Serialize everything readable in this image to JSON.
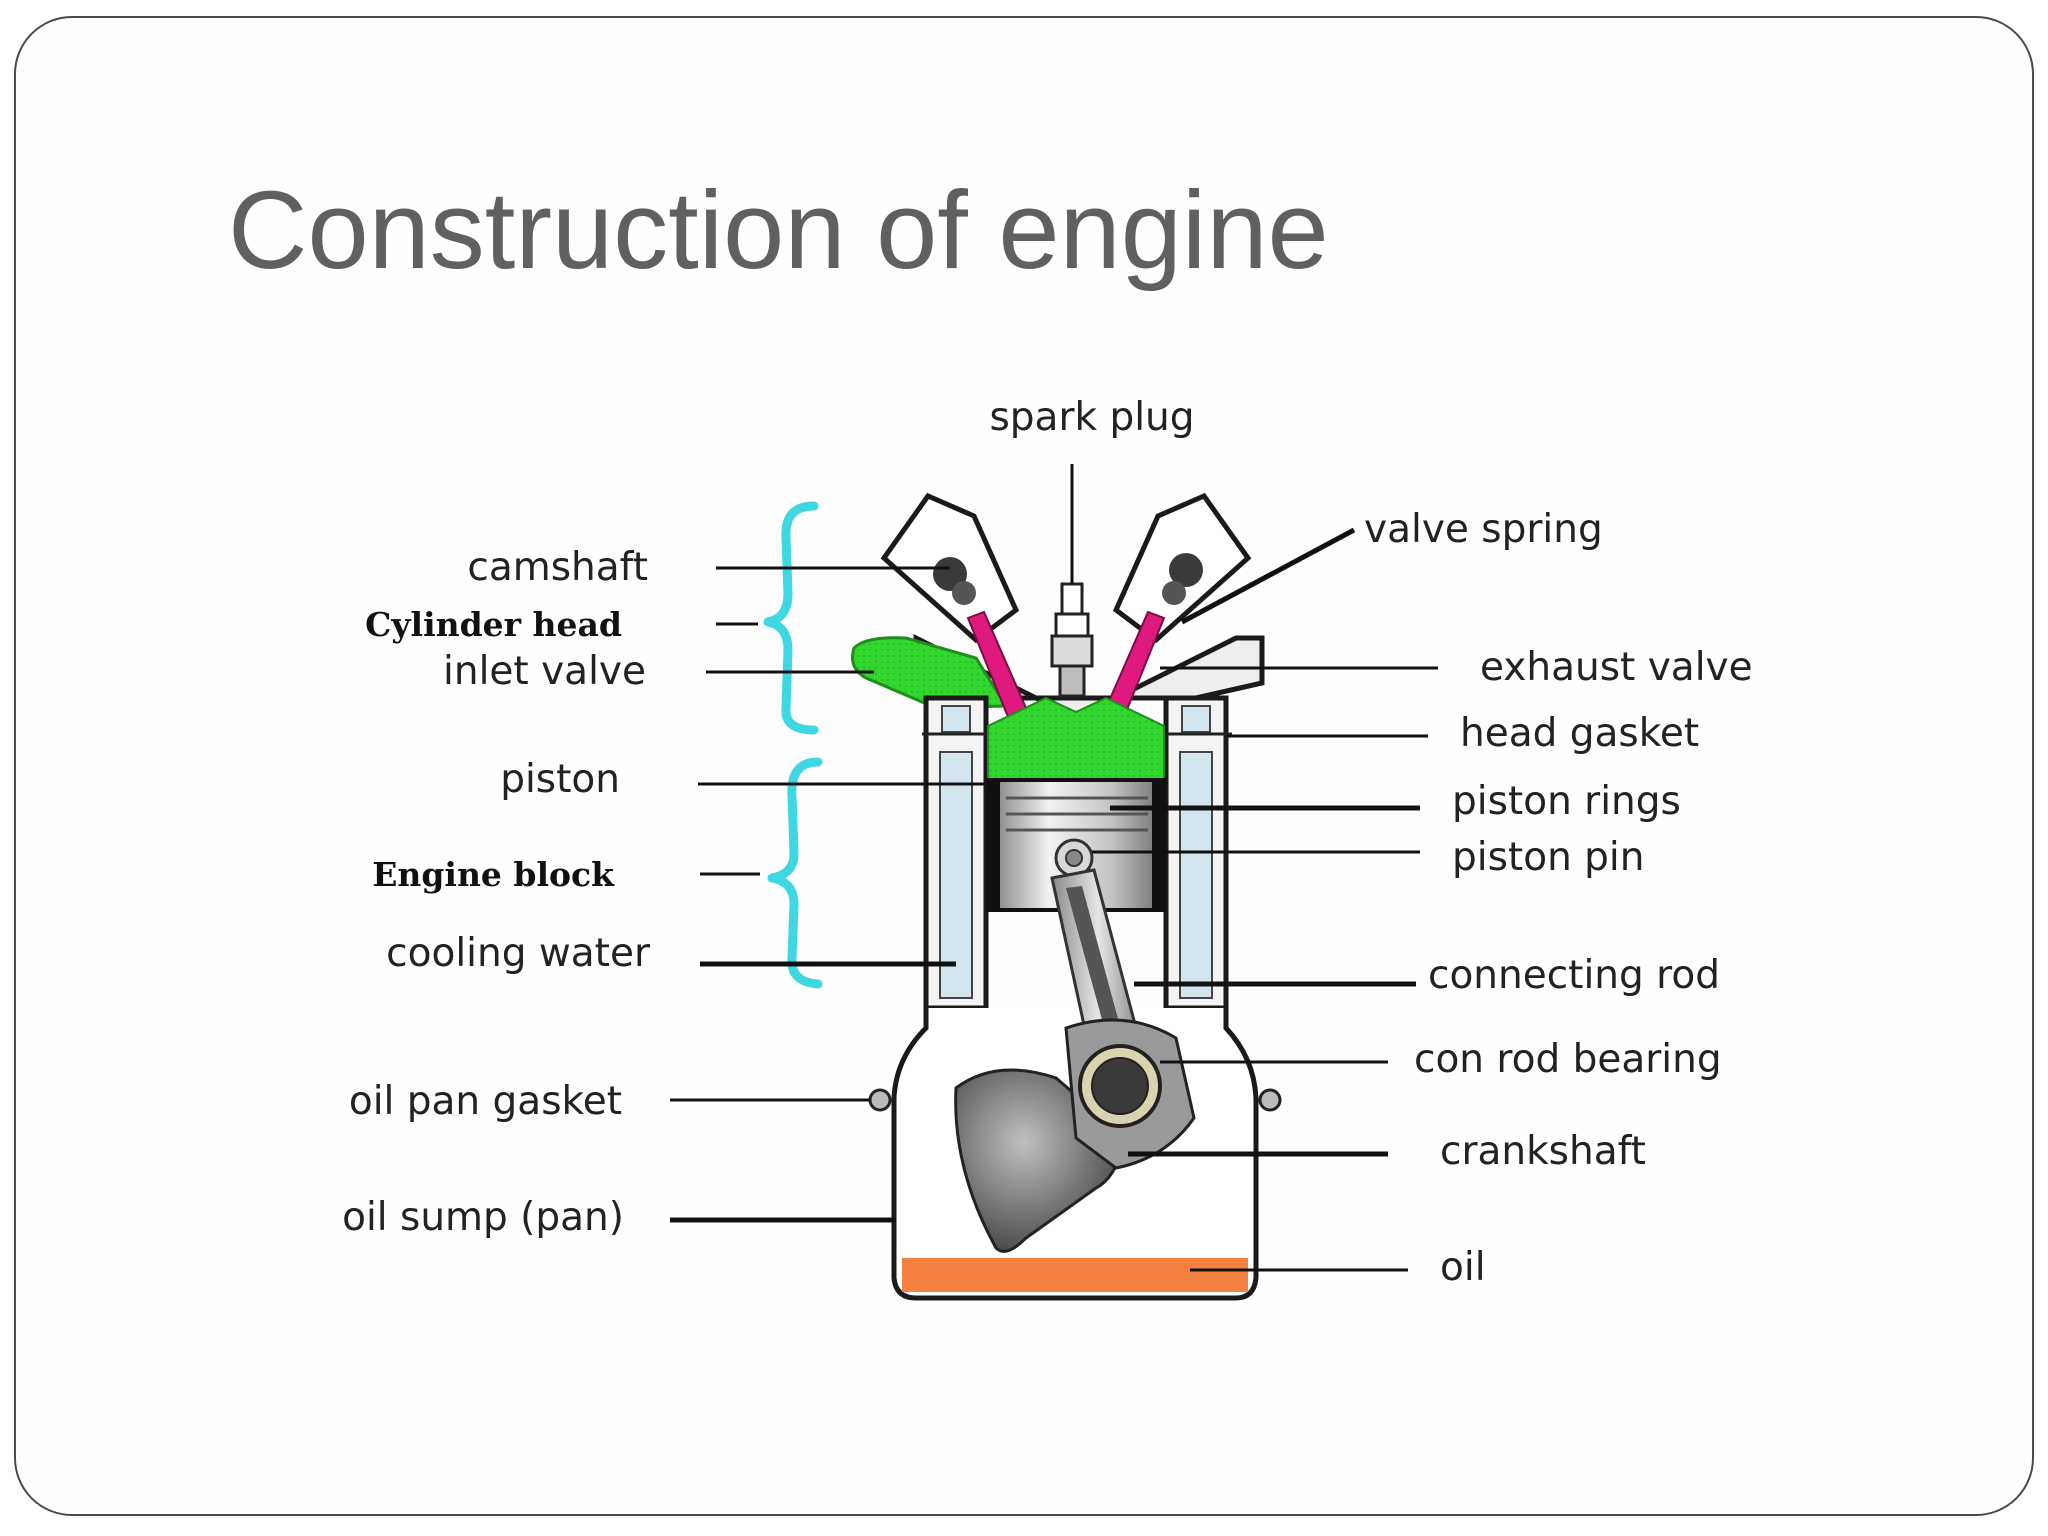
{
  "slide": {
    "title": "Construction of engine"
  },
  "diagram": {
    "labels_left": {
      "camshaft": "camshaft",
      "cylinder_head": "Cylinder head",
      "inlet_valve": "inlet valve",
      "piston": "piston",
      "engine_block": "Engine block",
      "cooling_water": "cooling water",
      "oil_pan_gasket": "oil pan gasket",
      "oil_sump": "oil sump (pan)"
    },
    "labels_right": {
      "spark_plug": "spark plug",
      "valve_spring": "valve spring",
      "exhaust_valve": "exhaust valve",
      "head_gasket": "head gasket",
      "piston_rings": "piston rings",
      "piston_pin": "piston pin",
      "connecting_rod": "connecting rod",
      "con_rod_bearing": "con rod bearing",
      "crankshaft": "crankshaft",
      "oil": "oil"
    },
    "colors": {
      "combustion_chamber": "#33d62f",
      "valves": "#e0197e",
      "cooling_water": "#d3e6f0",
      "oil": "#f4813f",
      "brace": "#3fd7e2",
      "metal": "#c8c8c8"
    }
  }
}
